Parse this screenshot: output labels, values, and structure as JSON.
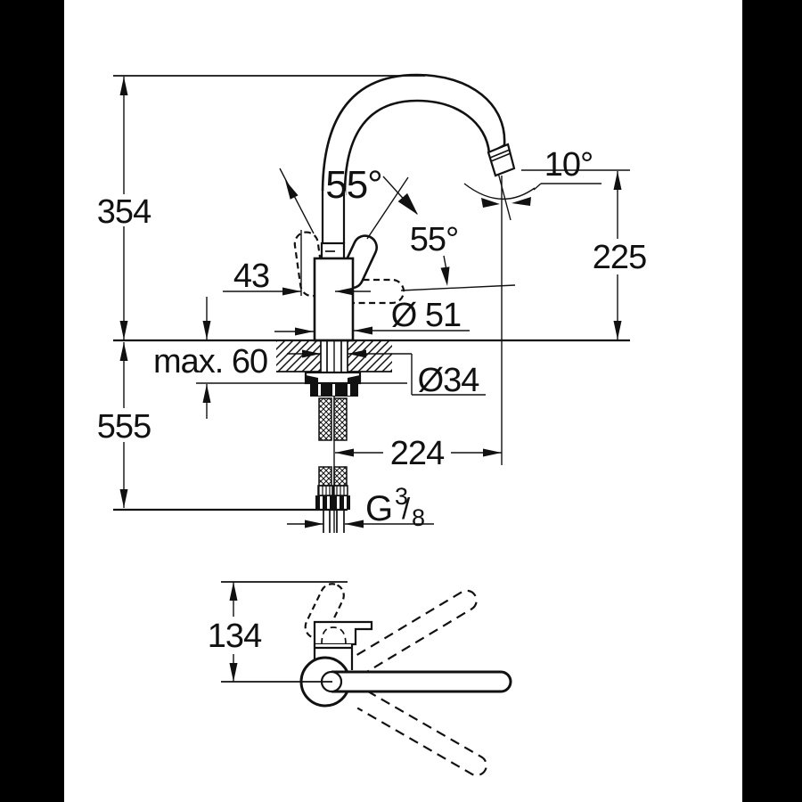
{
  "colors": {
    "frame": "#000000",
    "paper": "#ffffff",
    "ink": "#111111"
  },
  "drawing_type": "faucet installation dimension drawing",
  "side_view": {
    "label_354": "354",
    "label_555": "555",
    "label_43": "43",
    "label_max60": "max. 60",
    "label_225": "225",
    "label_224": "224",
    "label_dia51": "Ø 51",
    "label_dia34": "Ø34",
    "label_angle_handle_a": "55°",
    "label_angle_handle_b": "55°",
    "label_angle_spout": "10°",
    "thread": {
      "g": "G",
      "num": "3",
      "slash": "/",
      "den": "8"
    }
  },
  "top_view": {
    "label_134": "134"
  }
}
